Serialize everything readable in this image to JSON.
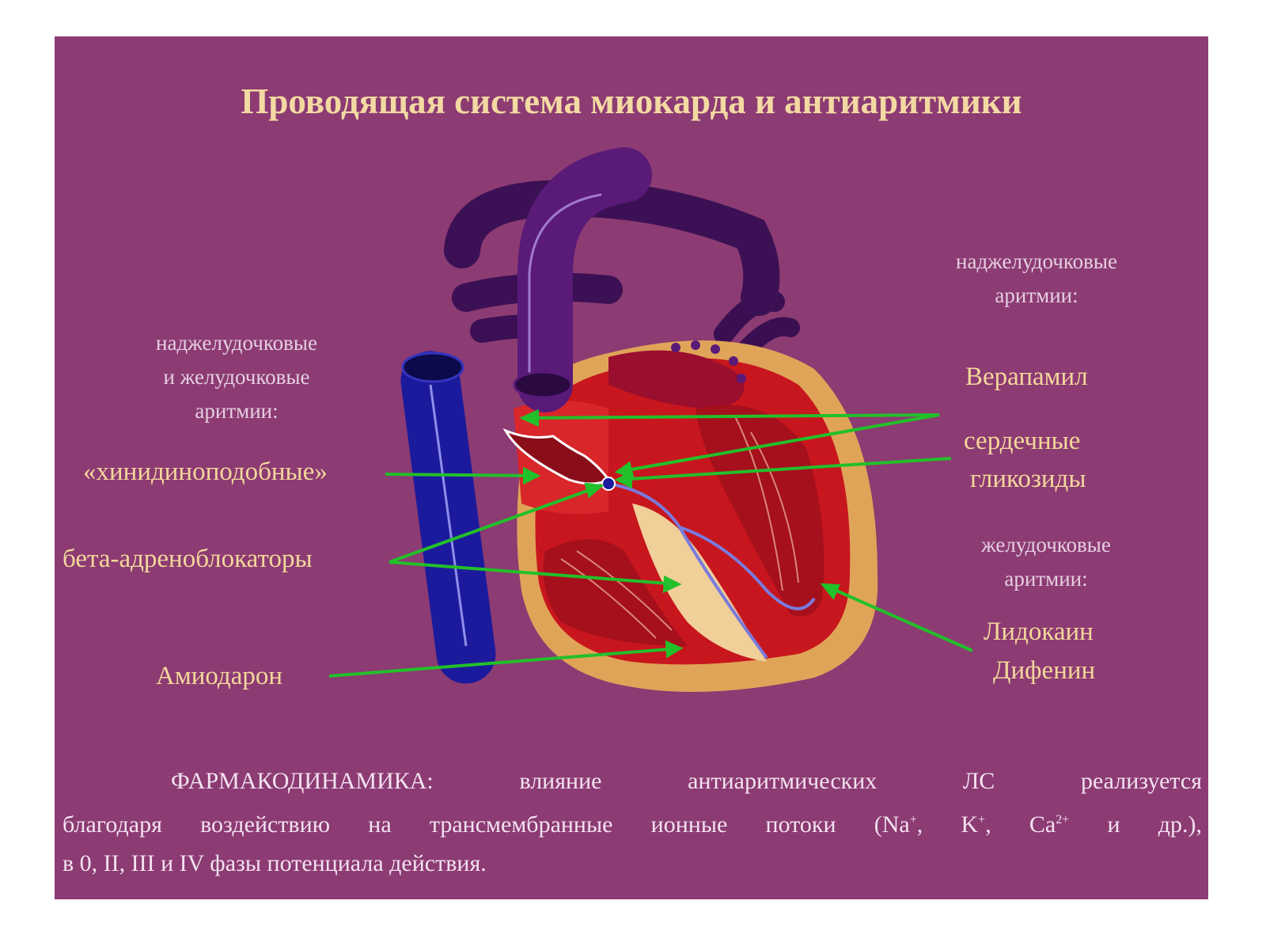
{
  "title": "Проводящая система миокарда и антиаритмики",
  "left_labels": {
    "category_line1": "наджелудочковые",
    "category_line2": "и желудочковые",
    "category_line3": "аритмии:",
    "quinidine_like": "«хинидиноподобные»",
    "beta_blockers": "бета-адреноблокаторы",
    "amiodarone": "Амиодарон"
  },
  "right_labels": {
    "supraventricular_line1": "наджелудочковые",
    "supraventricular_line2": "аритмии:",
    "verapamil": "Верапамил",
    "glycosides_line1": "сердечные",
    "glycosides_line2": "гликозиды",
    "ventricular_line1": "желудочковые",
    "ventricular_line2": "аритмии:",
    "lidocaine": "Лидокаин",
    "diphenin": "Дифенин"
  },
  "footer": {
    "lead": "ФАРМАКОДИНАМИКА:",
    "line1_rest": "влияние антиаритмических ЛС реализуется",
    "line2_a": "благодаря воздействию  на трансмембранные ионные потоки (Na",
    "na_charge": "+",
    "line2_b": ", K",
    "k_charge": "+",
    "line2_c": ", Ca",
    "ca_charge": "2+",
    "line2_d": " и др.),",
    "line3": "в   0, II, III и IV фазы потенциала действия."
  },
  "colors": {
    "background": "#8c3b73",
    "title": "#f3d9a2",
    "drug_labels": "#f4d79b",
    "category_labels": "#e6cfe0",
    "arrows": "#22c02a",
    "vessel_purple": "#5a1a78",
    "vena_cava_blue": "#1c1a9c",
    "myocardium_red": "#c8161e",
    "pericardium_tan": "#e0a458"
  },
  "icons": [
    "heart-illustration",
    "vena-cava",
    "aorta",
    "pulmonary-artery",
    "sinoatrial-node",
    "av-node",
    "his-bundle"
  ]
}
